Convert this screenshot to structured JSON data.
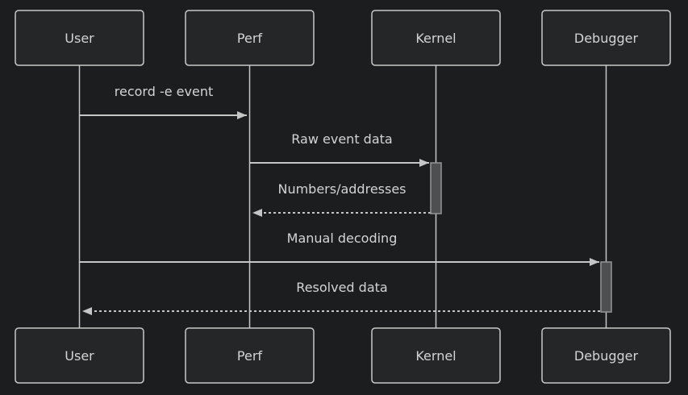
{
  "diagram_type": "sequence-diagram",
  "actors": [
    {
      "id": "user",
      "label": "User"
    },
    {
      "id": "perf",
      "label": "Perf"
    },
    {
      "id": "kernel",
      "label": "Kernel"
    },
    {
      "id": "debugger",
      "label": "Debugger"
    }
  ],
  "messages": [
    {
      "label": "record -e event",
      "from": "User",
      "to": "Perf",
      "line": "solid",
      "arrow": "filled"
    },
    {
      "label": "Raw event data",
      "from": "Perf",
      "to": "Kernel",
      "line": "solid",
      "arrow": "filled"
    },
    {
      "label": "Numbers/addresses",
      "from": "Kernel",
      "to": "Perf",
      "line": "dotted",
      "arrow": "filled"
    },
    {
      "label": "Manual decoding",
      "from": "User",
      "to": "Debugger",
      "line": "solid",
      "arrow": "filled"
    },
    {
      "label": "Resolved data",
      "from": "Debugger",
      "to": "User",
      "line": "dotted",
      "arrow": "filled"
    }
  ],
  "activations": [
    {
      "actor": "Kernel",
      "starts_at": "Raw event data",
      "ends_at": "Numbers/addresses"
    },
    {
      "actor": "Debugger",
      "starts_at": "Manual decoding",
      "ends_at": "Resolved data"
    }
  ],
  "colors": {
    "background": "#1b1d1e",
    "actor-fill": "#242628",
    "actor-border": "#c9c9c9",
    "text": "#d4d4d4",
    "line": "#c6c6c6",
    "activation-fill": "#4d4f50",
    "activation-border": "#969696"
  }
}
